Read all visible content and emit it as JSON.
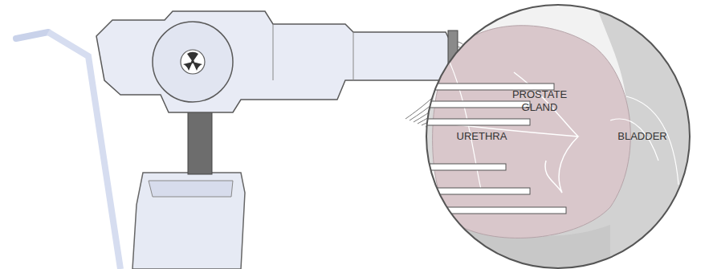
{
  "diagram": {
    "labels": [
      "PROSTATE GLAND",
      "URETHRA",
      "BLADDER"
    ]
  }
}
